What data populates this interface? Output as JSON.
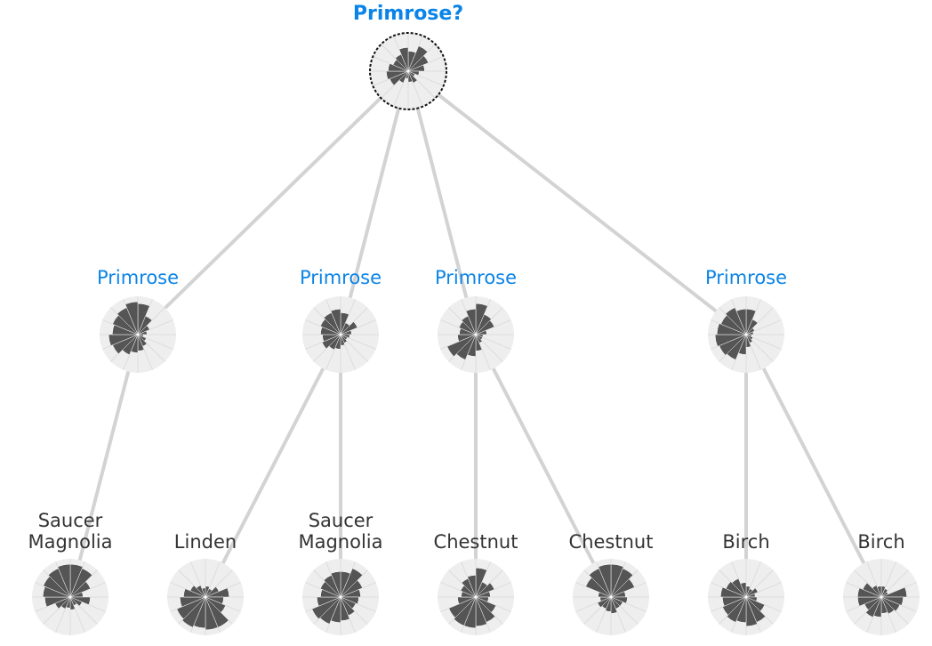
{
  "colors": {
    "highlight": "#0a84e8",
    "leaf_text": "#333333",
    "edge": "#d3d3d3",
    "glyph_bg": "#eeeeee",
    "glyph_fill": "#555555"
  },
  "query": {
    "label": "Primrose?",
    "petals": [
      0.55,
      0.75,
      0.6,
      0.45,
      0.3,
      0.2,
      0.35,
      0.3,
      0.2,
      0.35,
      0.55,
      0.6,
      0.55,
      0.45,
      0.5,
      0.65
    ]
  },
  "mid_nodes": [
    {
      "label": "Primrose",
      "petals": [
        0.85,
        0.55,
        0.35,
        0.25,
        0.15,
        0.25,
        0.35,
        0.45,
        0.5,
        0.6,
        0.75,
        0.8,
        0.7,
        0.75,
        0.8,
        0.9
      ]
    },
    {
      "label": "Primrose",
      "petals": [
        0.6,
        0.35,
        0.5,
        0.3,
        0.25,
        0.2,
        0.25,
        0.3,
        0.4,
        0.45,
        0.55,
        0.5,
        0.55,
        0.6,
        0.65,
        0.7
      ]
    },
    {
      "label": "Primrose",
      "petals": [
        0.85,
        0.6,
        0.55,
        0.3,
        0.2,
        0.2,
        0.25,
        0.45,
        0.6,
        0.75,
        0.85,
        0.5,
        0.45,
        0.5,
        0.55,
        0.7
      ]
    },
    {
      "label": "Primrose",
      "petals": [
        0.7,
        0.45,
        0.25,
        0.2,
        0.15,
        0.2,
        0.25,
        0.35,
        0.55,
        0.75,
        0.8,
        0.85,
        0.8,
        0.75,
        0.8,
        0.7
      ]
    }
  ],
  "leaves": [
    {
      "label": "Saucer\nMagnolia",
      "parent": 0,
      "petals": [
        0.9,
        0.85,
        0.6,
        0.35,
        0.55,
        0.35,
        0.25,
        0.35,
        0.3,
        0.35,
        0.45,
        0.7,
        0.75,
        0.8,
        0.85,
        0.9
      ]
    },
    {
      "label": "Linden",
      "parent": 1,
      "petals": [
        0.3,
        0.25,
        0.4,
        0.65,
        0.5,
        0.6,
        0.9,
        0.9,
        0.85,
        0.9,
        0.85,
        0.7,
        0.6,
        0.45,
        0.35,
        0.25
      ]
    },
    {
      "label": "Saucer\nMagnolia",
      "parent": 1,
      "petals": [
        0.7,
        0.85,
        0.65,
        0.55,
        0.5,
        0.45,
        0.55,
        0.65,
        0.7,
        0.8,
        0.85,
        0.65,
        0.55,
        0.6,
        0.65,
        0.7
      ]
    },
    {
      "label": "Chestnut",
      "parent": 2,
      "petals": [
        0.8,
        0.45,
        0.55,
        0.4,
        0.35,
        0.6,
        0.75,
        0.8,
        0.85,
        0.85,
        0.8,
        0.5,
        0.4,
        0.45,
        0.55,
        0.6
      ]
    },
    {
      "label": "Chestnut",
      "parent": 2,
      "petals": [
        0.9,
        0.85,
        0.7,
        0.4,
        0.45,
        0.35,
        0.35,
        0.45,
        0.4,
        0.35,
        0.4,
        0.3,
        0.35,
        0.75,
        0.85,
        0.9
      ]
    },
    {
      "label": "Birch",
      "parent": 3,
      "petals": [
        0.3,
        0.25,
        0.35,
        0.25,
        0.3,
        0.55,
        0.75,
        0.8,
        0.7,
        0.75,
        0.7,
        0.65,
        0.7,
        0.6,
        0.55,
        0.4
      ]
    },
    {
      "label": "Birch",
      "parent": 3,
      "petals": [
        0.3,
        0.25,
        0.2,
        0.7,
        0.6,
        0.55,
        0.5,
        0.45,
        0.55,
        0.6,
        0.5,
        0.65,
        0.65,
        0.55,
        0.35,
        0.3
      ]
    }
  ]
}
